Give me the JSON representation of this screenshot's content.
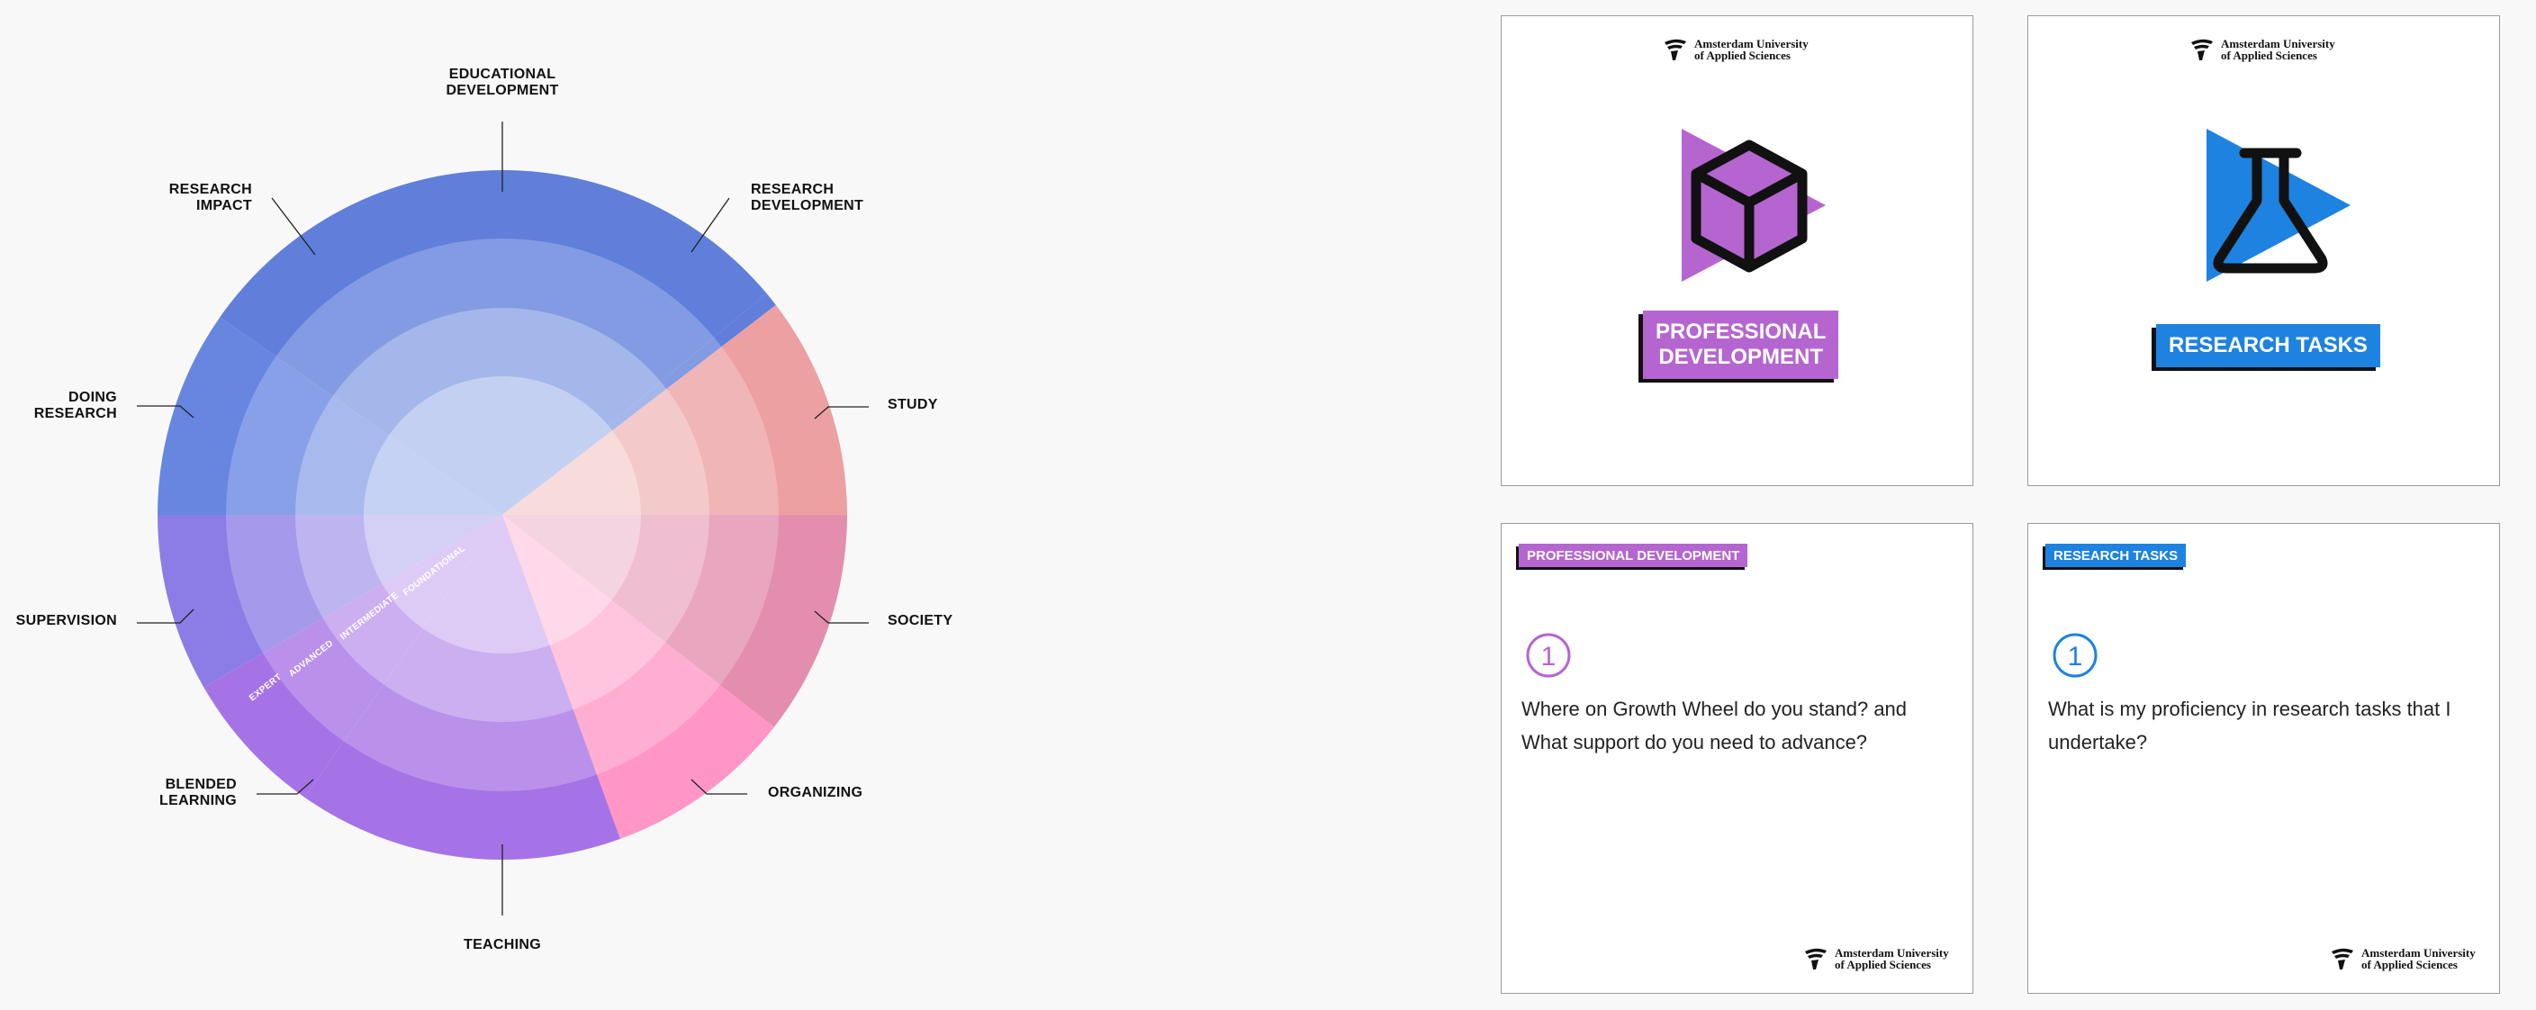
{
  "wheel": {
    "segments": [
      {
        "name": "EDUCATIONAL DEVELOPMENT",
        "color": "#5f7fda"
      },
      {
        "name": "RESEARCH DEVELOPMENT",
        "color": "#5f7fda"
      },
      {
        "name": "STUDY",
        "color": "#eca0a2"
      },
      {
        "name": "SOCIETY",
        "color": "#e38eae"
      },
      {
        "name": "ORGANIZING",
        "color": "#ff96c5"
      },
      {
        "name": "TEACHING",
        "color": "#a673e6"
      },
      {
        "name": "BLENDED LEARNING",
        "color": "#a673e6"
      },
      {
        "name": "SUPERVISION",
        "color": "#8c7de6"
      },
      {
        "name": "DOING RESEARCH",
        "color": "#6686e0"
      },
      {
        "name": "RESEARCH IMPACT",
        "color": "#5f7fda"
      }
    ],
    "labels": {
      "educational_development": "EDUCATIONAL\nDEVELOPMENT",
      "research_development": "RESEARCH\nDEVELOPMENT",
      "study": "STUDY",
      "society": "SOCIETY",
      "organizing": "ORGANIZING",
      "teaching": "TEACHING",
      "blended_learning": "BLENDED\nLEARNING",
      "supervision": "SUPERVISION",
      "doing_research": "DOING\nRESEARCH",
      "research_impact": "RESEARCH\nIMPACT"
    },
    "rings": {
      "expert": "EXPERT",
      "advanced": "ADVANCED",
      "intermediate": "INTERMEDIATE",
      "foundational": "FOUNDATIONAL"
    }
  },
  "cards": {
    "logo_text": "Amsterdam University\nof Applied Sciences",
    "professional_development": {
      "title": "PROFESSIONAL\nDEVELOPMENT",
      "color": "#b565cf",
      "icon": "cube-icon"
    },
    "research_tasks": {
      "title": "RESEARCH TASKS",
      "color": "#1e82e0",
      "icon": "flask-icon"
    },
    "pd_question": {
      "tag": "PROFESSIONAL DEVELOPMENT",
      "number": "1",
      "text": "Where on Growth Wheel do you stand? and What support do you need to advance?"
    },
    "rt_question": {
      "tag": "RESEARCH TASKS",
      "number": "1",
      "text": "What is my proficiency in research tasks that I undertake?"
    }
  }
}
